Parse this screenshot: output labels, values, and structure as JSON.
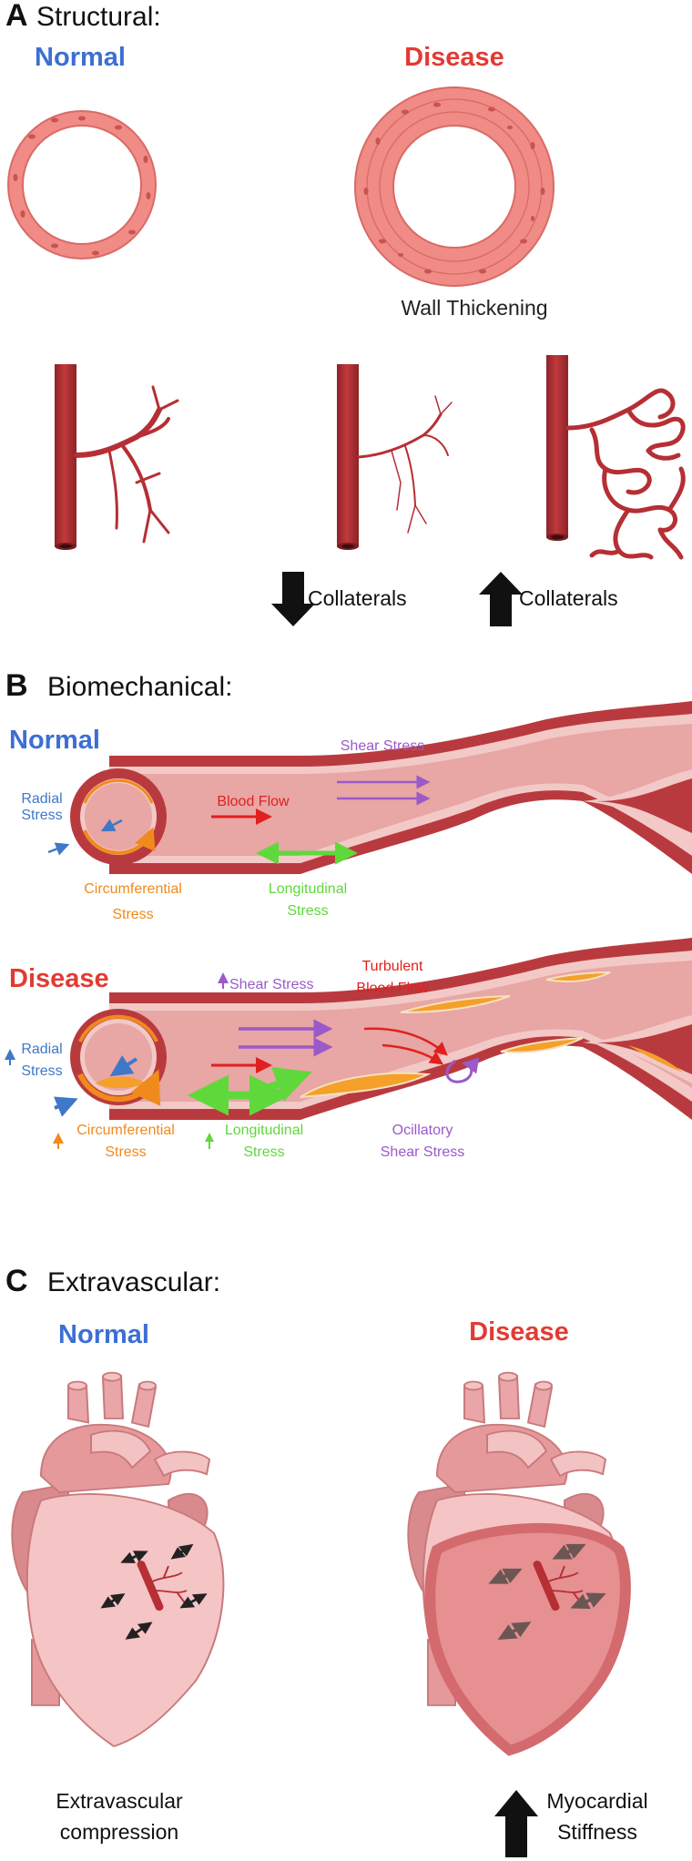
{
  "panel_a": {
    "letter": "A",
    "title": "Structural:",
    "normal_label": "Normal",
    "disease_label": "Disease",
    "wall_label": "Wall Thickening",
    "collaterals_down": "Collaterals",
    "collaterals_up": "Collaterals"
  },
  "panel_b": {
    "letter": "B",
    "title": "Biomechanical:",
    "normal": {
      "label": "Normal",
      "shear": "Shear Stress",
      "flow": "Blood Flow",
      "radial_1": "Radial",
      "radial_2": "Stress",
      "circ_1": "Circumferential",
      "circ_2": "Stress",
      "long_1": "Longitudinal",
      "long_2": "Stress"
    },
    "disease": {
      "label": "Disease",
      "shear": "Shear Stress",
      "turb_1": "Turbulent",
      "turb_2": "Blood Flow",
      "radial_1": "Radial",
      "radial_2": "Stress",
      "circ_1": "Circumferential",
      "circ_2": "Stress",
      "long_1": "Longitudinal",
      "long_2": "Stress",
      "osc_1": "Ocillatory",
      "osc_2": "Shear Stress"
    }
  },
  "panel_c": {
    "letter": "C",
    "title": "Extravascular:",
    "normal_label": "Normal",
    "disease_label": "Disease",
    "normal_cap_1": "Extravascular",
    "normal_cap_2": "compression",
    "disease_cap_1": "Myocardial",
    "disease_cap_2": "Stiffness"
  },
  "colors": {
    "normal": "#3d6fd3",
    "disease": "#e23b33",
    "vessel": "#b8373b",
    "radial": "#3f78c8",
    "circumferential": "#f08a1c",
    "longitudinal": "#5fd83c",
    "shear": "#9b59c9",
    "plaque": "#f4a02a"
  }
}
